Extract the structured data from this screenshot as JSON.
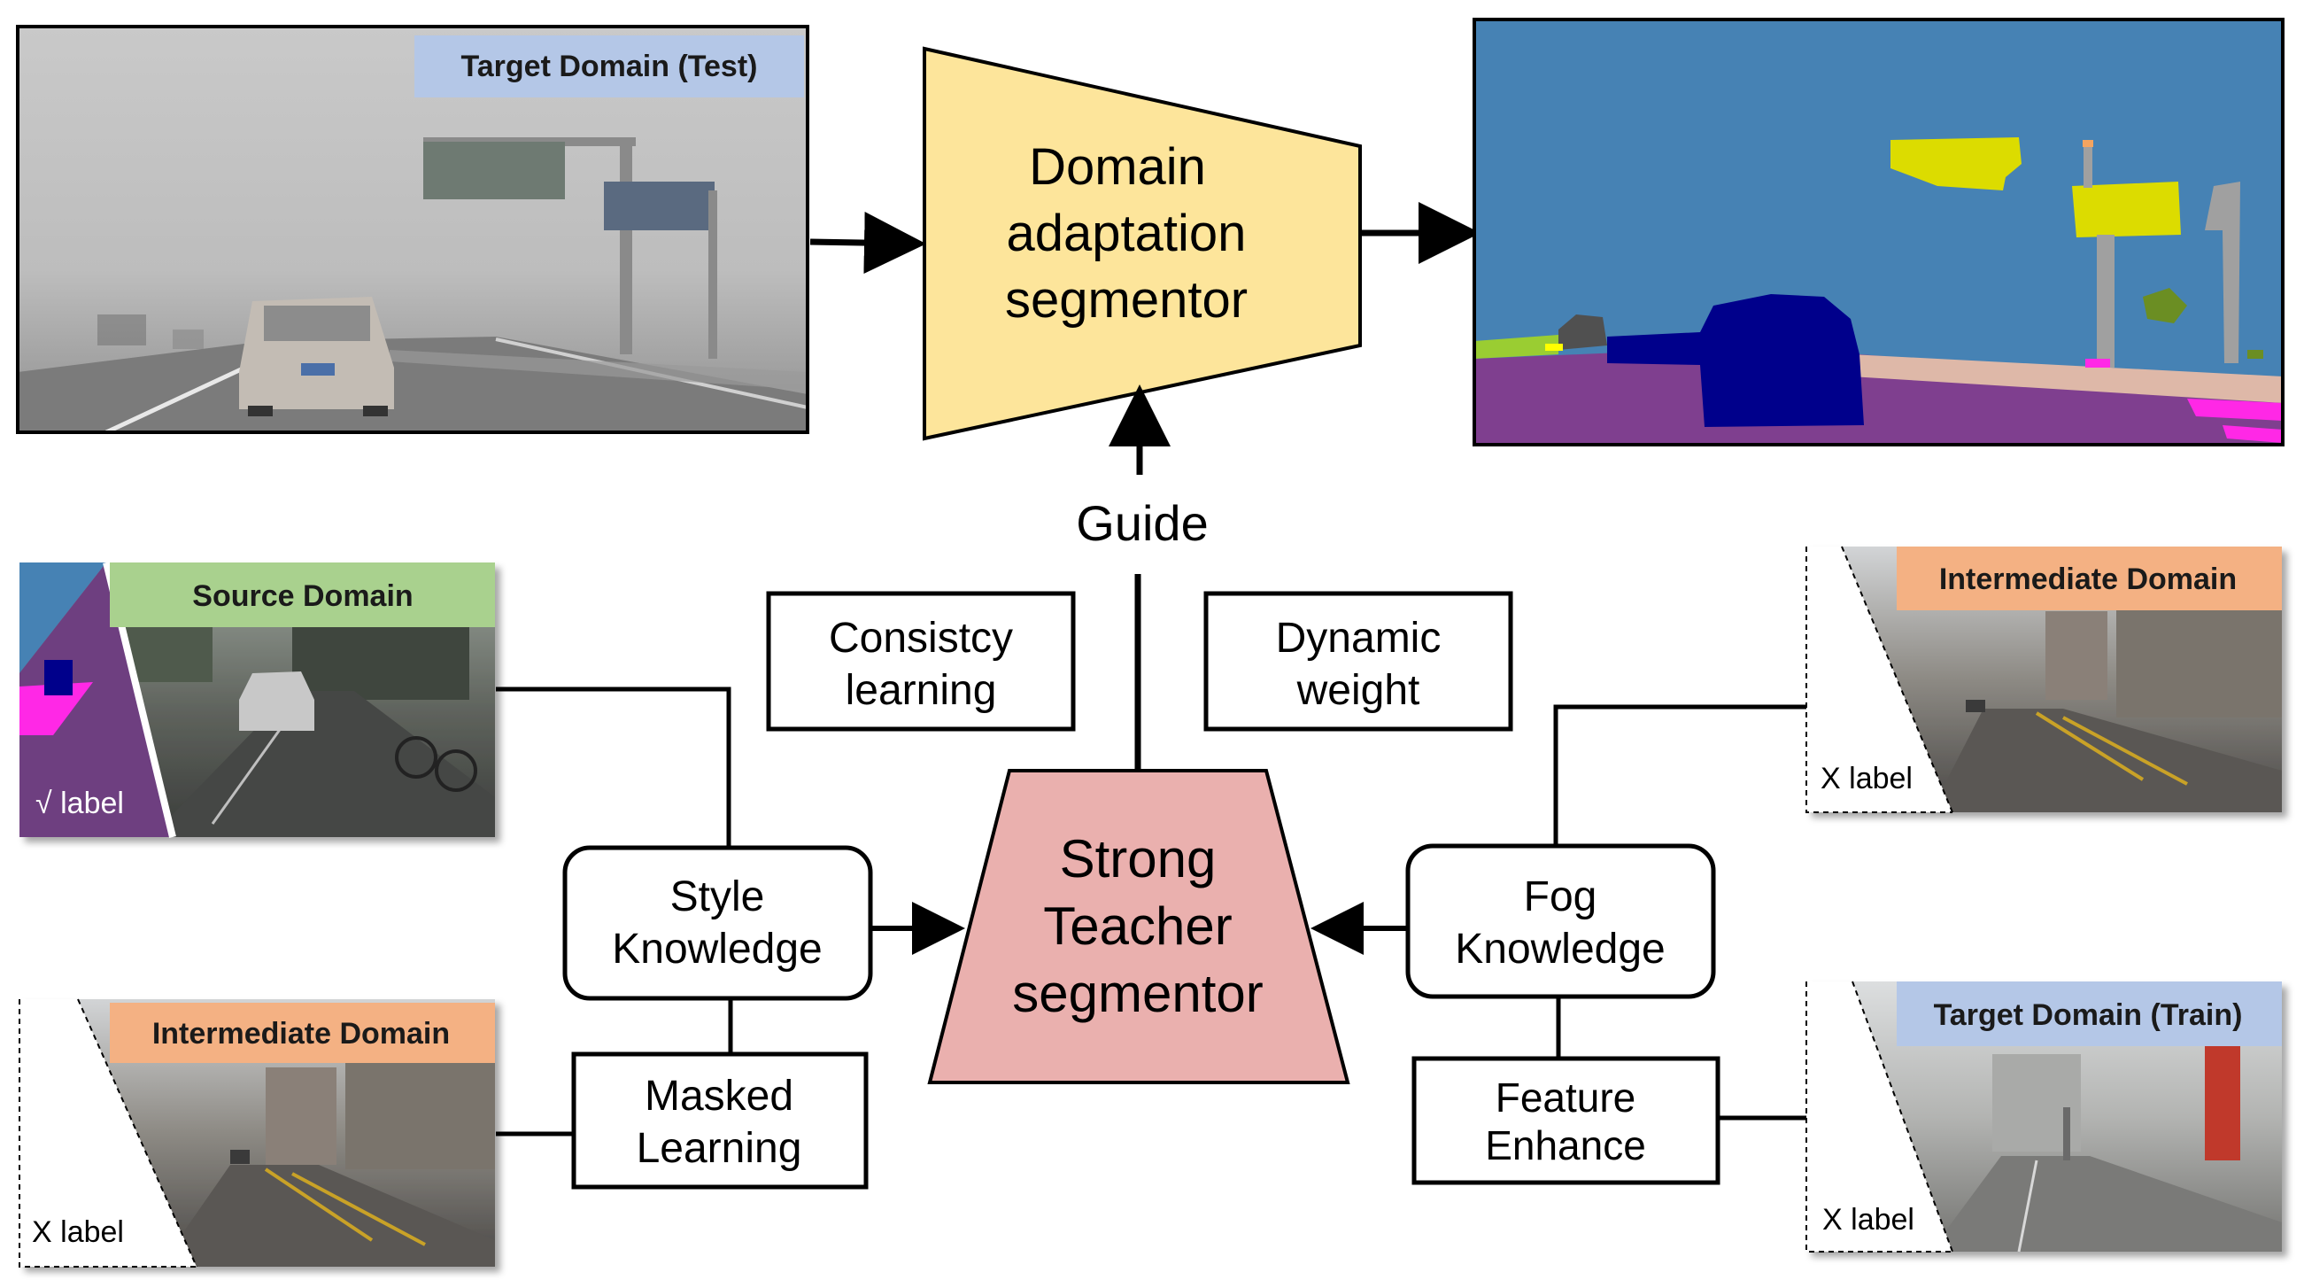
{
  "top": {
    "target_test_caption": "Target Domain (Test)",
    "segmentor_lines": [
      "Domain",
      "adaptation",
      "segmentor"
    ],
    "guide": "Guide"
  },
  "middle": {
    "consistency_lines": [
      "Consistcy",
      "learning"
    ],
    "dynamic_lines": [
      "Dynamic",
      "weight"
    ]
  },
  "left": {
    "source_caption": "Source Domain",
    "source_label": "√ label",
    "style_lines": [
      "Style",
      "Knowledge"
    ],
    "masked_lines": [
      "Masked",
      "Learning"
    ],
    "intermediate_caption": "Intermediate Domain",
    "intermediate_label": "X label"
  },
  "center": {
    "teacher_lines": [
      "Strong",
      "Teacher",
      "segmentor"
    ]
  },
  "right": {
    "intermediate_caption": "Intermediate Domain",
    "intermediate_label": "X label",
    "fog_lines": [
      "Fog",
      "Knowledge"
    ],
    "feature_lines": [
      "Feature",
      "Enhance"
    ],
    "target_train_caption": "Target Domain (Train)",
    "target_train_label": "X label"
  },
  "colors": {
    "segmentor_fill": "#fde59b",
    "teacher_fill": "#eab0ae",
    "caption_blue": "#b4c7e7",
    "caption_green": "#a9d18e",
    "caption_orange": "#f4b183",
    "seg_sky": "#4682b4",
    "seg_road": "#7f3f8f",
    "seg_car": "#00008b",
    "seg_sign": "#dcdc00",
    "seg_pole": "#a0a0a0",
    "seg_sidewalk": "#ff28e6",
    "seg_terrain": "#deb8a8",
    "seg_veg": "#6b8e23"
  }
}
